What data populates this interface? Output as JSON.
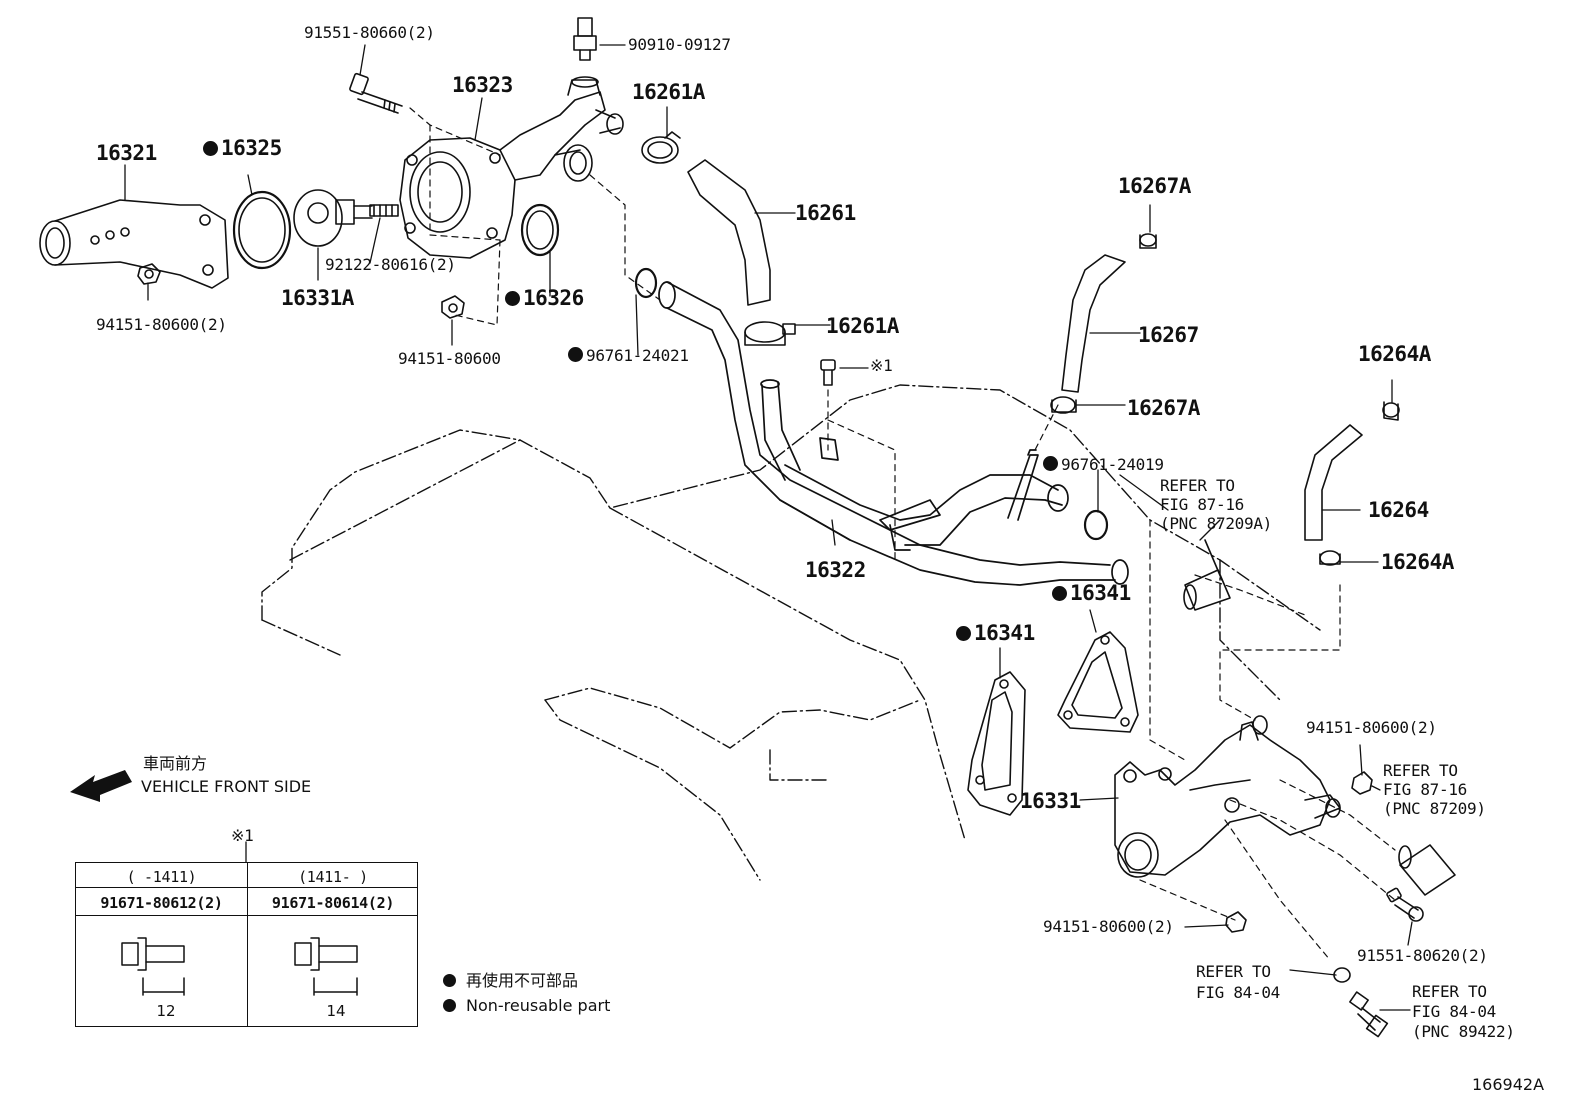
{
  "callouts": {
    "p16321": "16321",
    "p16325": "16325",
    "p16331A": "16331A",
    "p94151_80600_2_top": "94151-80600(2)",
    "p92122": "92122-80616(2)",
    "p91551_80660": "91551-80660(2)",
    "p16323": "16323",
    "p90910": "90910-09127",
    "p16261A_top": "16261A",
    "p16261": "16261",
    "p16326": "16326",
    "p94151_80600": "94151-80600",
    "p96761_24021": "96761-24021",
    "p16261A_mid": "16261A",
    "p_note1_bolt": "※1",
    "p16267A_top": "16267A",
    "p16267": "16267",
    "p16267A_mid": "16267A",
    "p16264A_top": "16264A",
    "p16264": "16264",
    "p16264A_low": "16264A",
    "p96761_24019": "96761-24019",
    "p16322": "16322",
    "p16341_a": "16341",
    "p16341_b": "16341",
    "p16331": "16331",
    "p94151_80600_2_right": "94151-80600(2)",
    "p94151_80600_2_bottom": "94151-80600(2)",
    "p91551_80620": "91551-80620(2)"
  },
  "refers": {
    "r1": [
      "REFER TO",
      "FIG 87-16",
      "(PNC 87209A)"
    ],
    "r2": [
      "REFER TO",
      "FIG 87-16",
      "(PNC 87209)"
    ],
    "r3": [
      "REFER TO",
      "FIG 84-04"
    ],
    "r4": [
      "REFER TO",
      "FIG 84-04",
      "(PNC 89422)"
    ]
  },
  "front": {
    "jp": "車両前方",
    "en": "VEHICLE FRONT SIDE"
  },
  "table": {
    "note": "※1",
    "col1_header": "(   -1411)",
    "col2_header": "(1411-   )",
    "col1_part": "91671-80612(2)",
    "col2_part": "91671-80614(2)",
    "col1_dim": "12",
    "col2_dim": "14"
  },
  "legend": {
    "jp": "再使用不可部品",
    "en": "Non-reusable part"
  },
  "figure_id": "166942A",
  "icons": {
    "bullet": "filled-circle",
    "arrow": "front-arrow-left"
  }
}
